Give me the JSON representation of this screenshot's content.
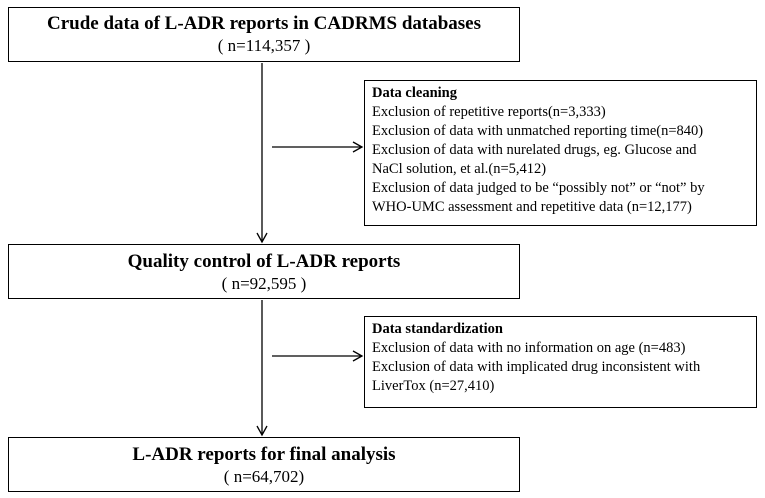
{
  "steps": [
    {
      "title": "Crude data of L-ADR reports in CADRMS databases",
      "count": "( n=114,357 )"
    },
    {
      "title": "Quality control of L-ADR reports",
      "count": "( n=92,595 )"
    },
    {
      "title": "L-ADR reports for final analysis",
      "count": "( n=64,702)"
    }
  ],
  "cleaning": {
    "title": "Data cleaning",
    "lines": [
      "Exclusion of repetitive reports(n=3,333)",
      "Exclusion of data with unmatched reporting time(n=840)",
      "Exclusion of data with nurelated drugs, eg. Glucose and",
      "NaCl solution, et al.(n=5,412)",
      "Exclusion of data judged to be “possibly not” or “not” by",
      "WHO-UMC assessment and repetitive data (n=12,177)"
    ]
  },
  "standardization": {
    "title": "Data standardization",
    "lines": [
      "Exclusion of data with no information on age (n=483)",
      "Exclusion of data with implicated drug inconsistent with",
      "LiverTox (n=27,410)"
    ]
  }
}
